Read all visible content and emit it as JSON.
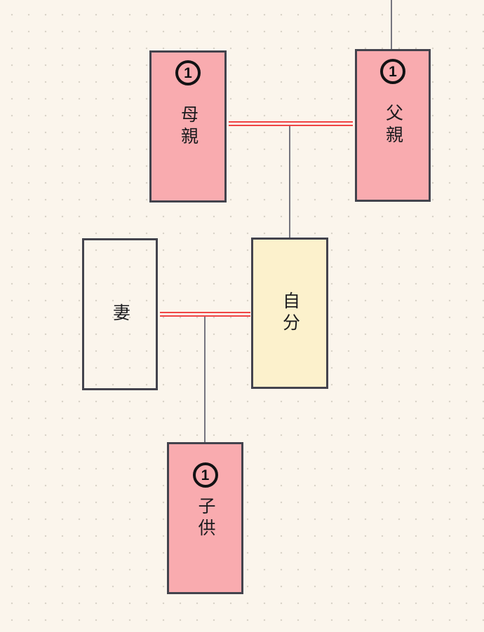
{
  "colors": {
    "background": "#fbf5ec",
    "dot": "#d8d2c7",
    "node_border": "#43434d",
    "node_pink": "#f9abaf",
    "node_yellow": "#fcf1cc",
    "connector": "#75757f",
    "marriage_line": "#ef4545",
    "text": "#1b1b1e"
  },
  "nodes": {
    "mother": {
      "label": "母親",
      "badge": "1"
    },
    "father": {
      "label": "父親",
      "badge": "1"
    },
    "wife": {
      "label": "妻"
    },
    "self": {
      "label": "自分"
    },
    "child": {
      "label": "子供",
      "badge": "1"
    }
  },
  "edges": [
    {
      "type": "lineage",
      "from": "off-canvas-top",
      "to": "father"
    },
    {
      "type": "marriage",
      "between": [
        "mother",
        "father"
      ]
    },
    {
      "type": "lineage",
      "from": "mother-father-marriage",
      "to": "self"
    },
    {
      "type": "marriage",
      "between": [
        "wife",
        "self"
      ]
    },
    {
      "type": "lineage",
      "from": "wife-self-marriage",
      "to": "child"
    }
  ]
}
